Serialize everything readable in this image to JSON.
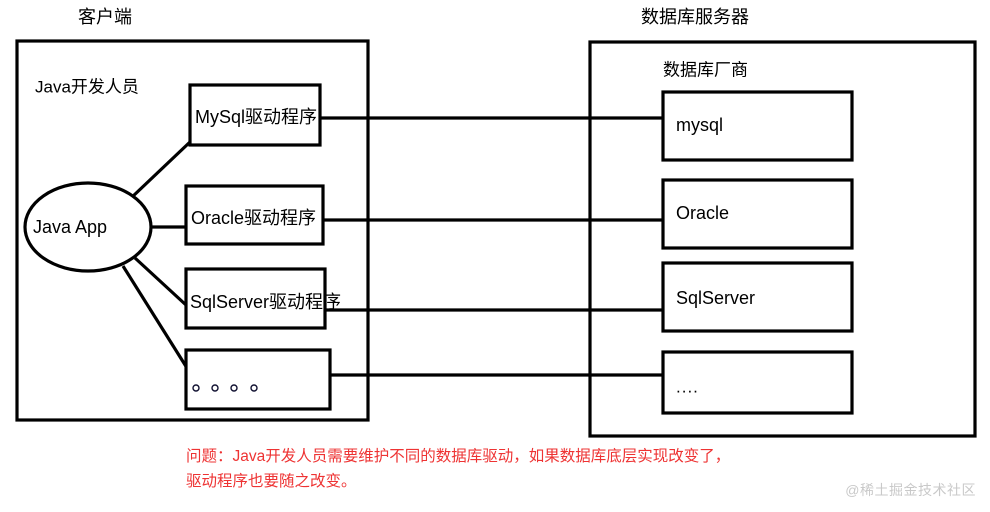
{
  "diagram": {
    "title_client": "客户端",
    "title_server": "数据库服务器",
    "subtitle_developer": "Java开发人员",
    "subtitle_vendor": "数据库厂商",
    "app_node": "Java App",
    "drivers": [
      {
        "label": "MySql驱动程序"
      },
      {
        "label": "Oracle驱动程序"
      },
      {
        "label": "SqlServer驱动程序"
      },
      {
        "label": "。。。。"
      }
    ],
    "databases": [
      {
        "label": "mysql"
      },
      {
        "label": "Oracle"
      },
      {
        "label": "SqlServer"
      },
      {
        "label": "...."
      }
    ]
  },
  "note": {
    "line1": "问题：Java开发人员需要维护不同的数据库驱动，如果数据库底层实现改变了，",
    "line2": "驱动程序也要随之改变。",
    "color": "#ee3333"
  },
  "watermark": {
    "text": "@稀土掘金技术社区"
  }
}
